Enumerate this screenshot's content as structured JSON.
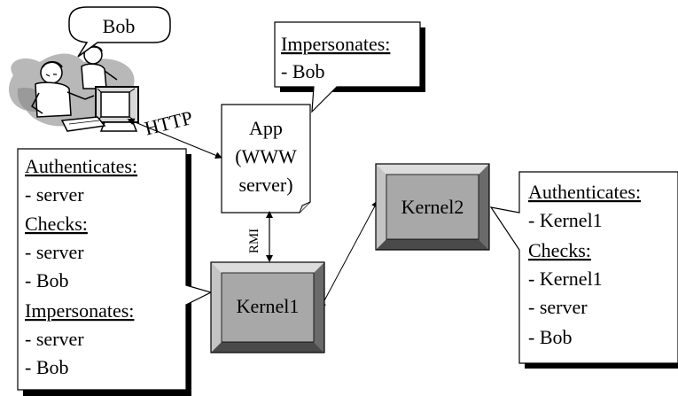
{
  "bob_bubble": {
    "text": "Bob"
  },
  "app_callout": {
    "heading": "Impersonates:",
    "items": [
      "- Bob"
    ]
  },
  "link_http": {
    "label": "HTTP"
  },
  "app_node": {
    "lines": [
      "App",
      "(WWW",
      "server)"
    ]
  },
  "link_rmi": {
    "label": "RMI"
  },
  "kernel1_node": {
    "label": "Kernel1"
  },
  "kernel2_node": {
    "label": "Kernel2"
  },
  "kernel1_callout": {
    "sections": [
      {
        "heading": "Authenticates:",
        "items": [
          "- server"
        ]
      },
      {
        "heading": "Checks:",
        "items": [
          "- server",
          "- Bob"
        ]
      },
      {
        "heading": "Impersonates:",
        "items": [
          "- server",
          "- Bob"
        ]
      }
    ]
  },
  "kernel2_callout": {
    "sections": [
      {
        "heading": "Authenticates:",
        "items": [
          "- Kernel1"
        ]
      },
      {
        "heading": "Checks:",
        "items": [
          "- Kernel1",
          "- server",
          "- Bob"
        ]
      }
    ]
  },
  "colors": {
    "bevel_face": "#a8a8a8",
    "bevel_light": "#dcdcdc",
    "bevel_mid": "#8c8c8c",
    "bevel_dark": "#505050",
    "shadow": "#000000"
  },
  "icons": {
    "user": "users-at-computer-clipart"
  }
}
